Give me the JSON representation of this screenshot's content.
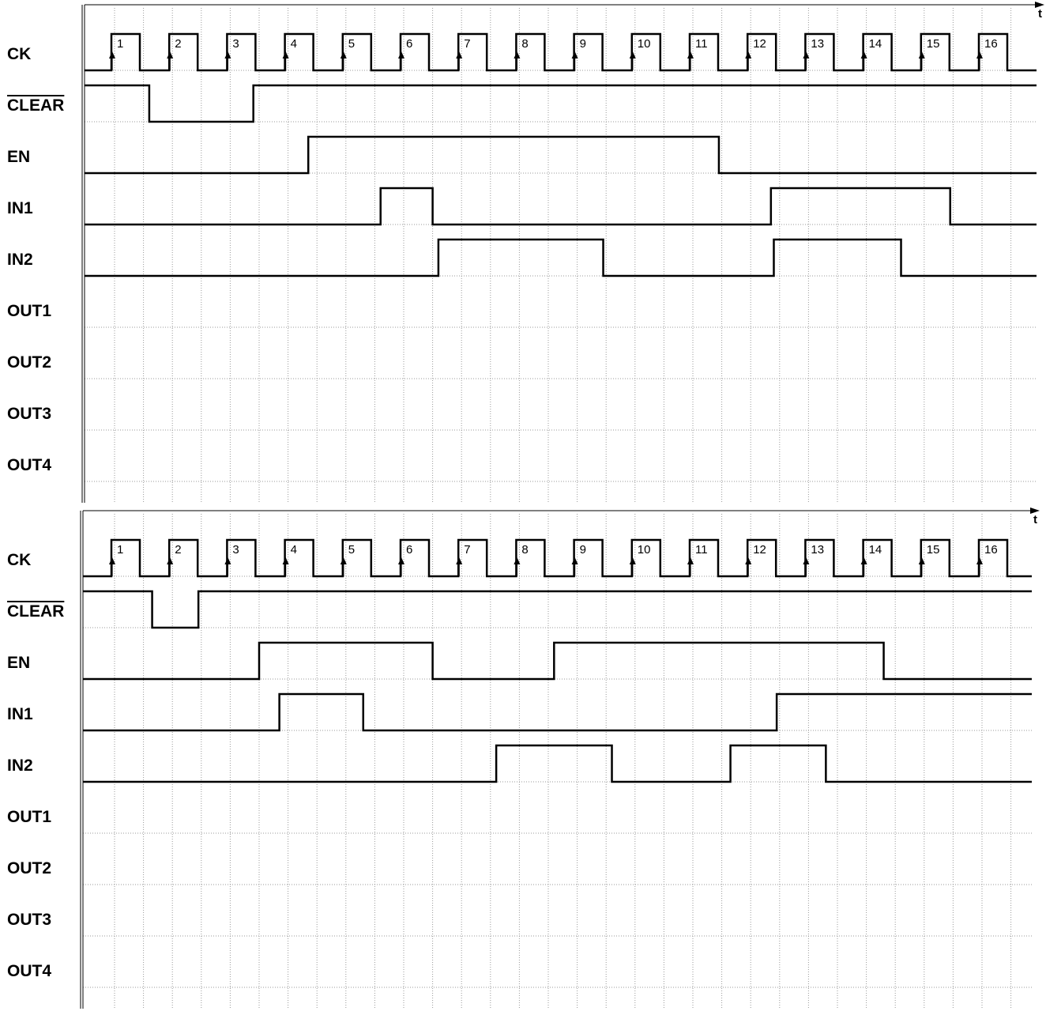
{
  "time_label": "t",
  "panels": [
    {
      "signals": [
        {
          "name": "CK",
          "overline": false
        },
        {
          "name": "CLEAR",
          "overline": true,
          "initial": 1,
          "transitions": [
            1.6,
            3.4
          ]
        },
        {
          "name": "EN",
          "overline": false,
          "initial": 0,
          "transitions": [
            4.35,
            11.45
          ]
        },
        {
          "name": "IN1",
          "overline": false,
          "initial": 0,
          "transitions": [
            5.6,
            6.5,
            12.35,
            15.45
          ]
        },
        {
          "name": "IN2",
          "overline": false,
          "initial": 0,
          "transitions": [
            6.6,
            9.45,
            12.4,
            14.6
          ]
        },
        {
          "name": "OUT1",
          "overline": false
        },
        {
          "name": "OUT2",
          "overline": false
        },
        {
          "name": "OUT3",
          "overline": false
        },
        {
          "name": "OUT4",
          "overline": false
        }
      ],
      "clock_labels": [
        "1",
        "2",
        "3",
        "4",
        "5",
        "6",
        "7",
        "8",
        "9",
        "10",
        "11",
        "12",
        "13",
        "14",
        "15",
        "16"
      ]
    },
    {
      "signals": [
        {
          "name": "CK",
          "overline": false
        },
        {
          "name": "CLEAR",
          "overline": true,
          "initial": 1,
          "transitions": [
            1.65,
            2.45
          ]
        },
        {
          "name": "EN",
          "overline": false,
          "initial": 0,
          "transitions": [
            3.5,
            6.5,
            8.6,
            14.3
          ]
        },
        {
          "name": "IN1",
          "overline": false,
          "initial": 0,
          "transitions": [
            3.85,
            5.3,
            12.45
          ]
        },
        {
          "name": "IN2",
          "overline": false,
          "initial": 0,
          "transitions": [
            7.6,
            9.6,
            11.65,
            13.3
          ]
        },
        {
          "name": "OUT1",
          "overline": false
        },
        {
          "name": "OUT2",
          "overline": false
        },
        {
          "name": "OUT3",
          "overline": false
        },
        {
          "name": "OUT4",
          "overline": false
        }
      ],
      "clock_labels": [
        "1",
        "2",
        "3",
        "4",
        "5",
        "6",
        "7",
        "8",
        "9",
        "10",
        "11",
        "12",
        "13",
        "14",
        "15",
        "16"
      ]
    }
  ]
}
